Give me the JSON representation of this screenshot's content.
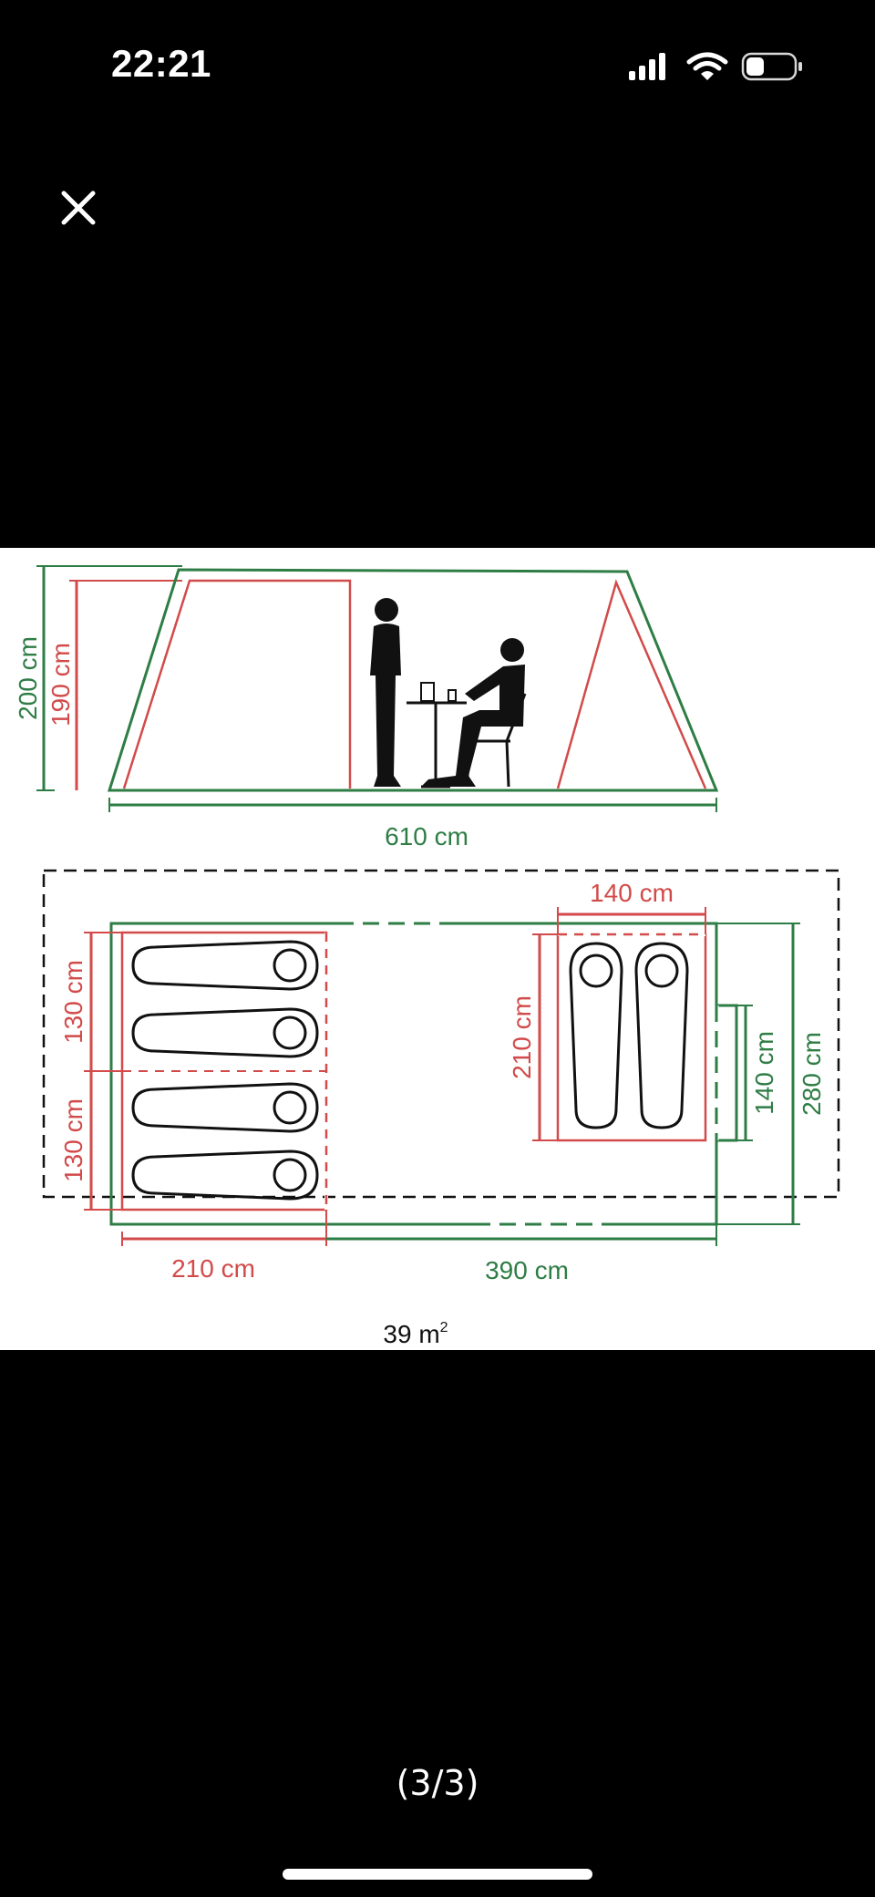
{
  "status_bar": {
    "time": "22:21",
    "icons": [
      "signal-icon",
      "wifi-icon",
      "battery-icon"
    ]
  },
  "viewer": {
    "close_icon": "close-icon",
    "counter": "(3/3)"
  },
  "diagram": {
    "colors": {
      "green": "#2e7d45",
      "red": "#d24a4a",
      "black": "#111111"
    },
    "labels": {
      "height_total": "200 cm",
      "height_inner": "190 cm",
      "length_total": "610 cm",
      "bedroom_right_width": "140 cm",
      "bedroom_left_depth_top": "130 cm",
      "bedroom_left_depth_bottom": "130 cm",
      "bedroom_right_depth": "210 cm",
      "door_width": "140 cm",
      "width_total": "280 cm",
      "bedroom_left_length": "210 cm",
      "living_length": "390 cm",
      "area_number": "39 m",
      "area_unit_exp": "2"
    }
  }
}
